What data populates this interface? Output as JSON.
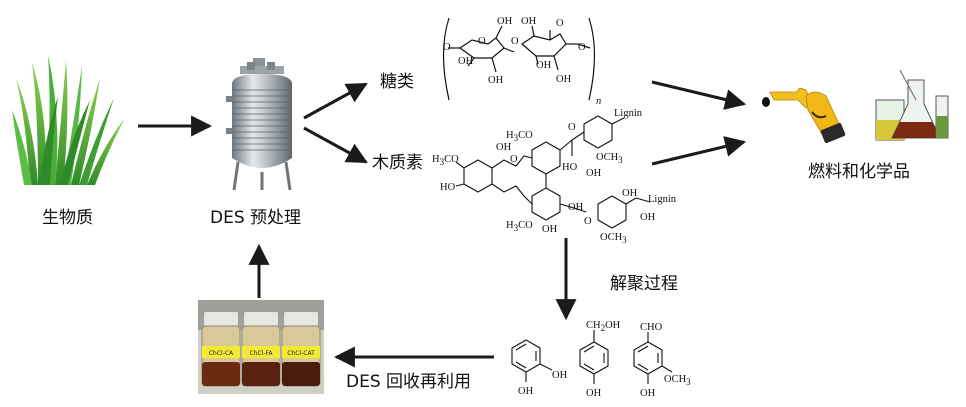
{
  "labels": {
    "biomass": "生物质",
    "des_pretreatment": "DES 预处理",
    "sugars": "糖类",
    "lignin": "木质素",
    "fuels_chemicals": "燃料和化学品",
    "depolymerization": "解聚过程",
    "des_recycle": "DES 回收再利用"
  },
  "cellulose": {
    "repeat_subscript": "n",
    "oh": "OH",
    "o": "O"
  },
  "lignin_structure": {
    "lignin_tag": "Lignin",
    "methoxy": "OCH",
    "methoxy_sub": "3",
    "h3co": "H",
    "h3co_sub": "3",
    "h3co_tail": "CO",
    "oh": "OH",
    "o": "O",
    "ho": "HO"
  },
  "products": {
    "catechol_oh": "OH",
    "benzyl_group": "CH",
    "benzyl_sub": "2",
    "benzyl_tail": "OH",
    "vanillin_cho": "CHO",
    "vanillin_och": "OCH",
    "vanillin_sub": "3"
  },
  "bottle_labels": [
    "ChCl-CA",
    "ChCl-FA",
    "ChCl-CAT"
  ],
  "colors": {
    "arrow": "#1a1a1a",
    "grass": "#3fa535",
    "tank_steel": "#9aa3aa",
    "nozzle": "#e8b21a",
    "liquid": "#6b2a12"
  }
}
